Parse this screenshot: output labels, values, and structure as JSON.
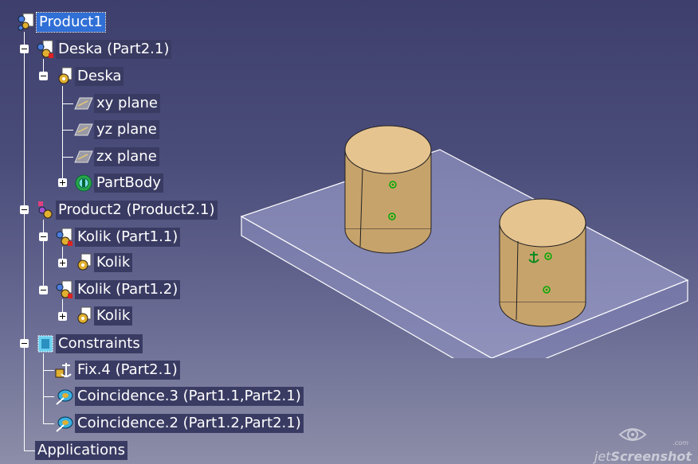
{
  "tree": {
    "root_label": "Product1",
    "deska_instance": "Deska (Part2.1)",
    "deska_part": "Deska",
    "xy_plane": "xy plane",
    "yz_plane": "yz plane",
    "zx_plane": "zx plane",
    "partbody": "PartBody",
    "product2": "Product2 (Product2.1)",
    "kolik1_instance": "Kolik (Part1.1)",
    "kolik1_part": "Kolik",
    "kolik2_instance": "Kolik (Part1.2)",
    "kolik2_part": "Kolik",
    "constraints": "Constraints",
    "fix": "Fix.4 (Part2.1)",
    "coincidence3": "Coincidence.3 (Part1.1,Part2.1)",
    "coincidence2": "Coincidence.2 (Part1.2,Part2.1)",
    "applications": "Applications"
  },
  "watermark": {
    "brand_light": "jet",
    "brand_bold": "Screenshot",
    "suffix": ".com"
  },
  "icons": {
    "product": "product-icon",
    "part-instance": "part-instance-icon",
    "part": "part-icon",
    "plane": "plane-icon",
    "body": "body-gear-icon",
    "constraints": "constraints-icon",
    "fix": "fix-anchor-icon",
    "coincidence": "coincidence-icon",
    "watermark": "eye-logo-icon"
  },
  "colors": {
    "background_top": "#3e3f6c",
    "background_bottom": "#8d8ea8",
    "selection": "#2f6fd6",
    "plate": "#b8bce0",
    "cylinder": "#c9a36a",
    "cylinder_top": "#e6c38e"
  }
}
